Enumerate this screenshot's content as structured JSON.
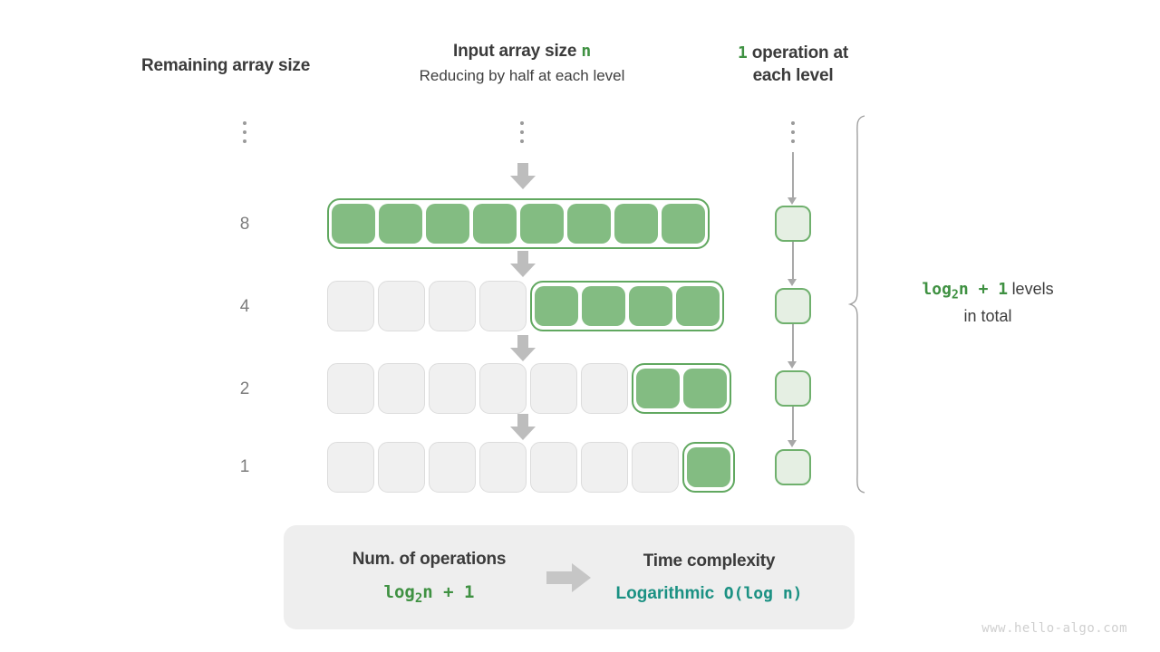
{
  "headers": {
    "remaining_label": "Remaining array size",
    "input_title_prefix": "Input array size",
    "input_title_var": "n",
    "input_subtitle": "Reducing by half at each level",
    "ops_count": "1",
    "ops_line1": "operation at",
    "ops_line2": "each level"
  },
  "colors": {
    "active_fill": "#83bc82",
    "active_border": "#61a860",
    "inactive_fill": "#f0f0f0",
    "inactive_border": "#dcdcdc",
    "op_fill": "#e5efe3",
    "op_border": "#6fb06d",
    "green_text": "#3f9142",
    "teal_text": "#1b9183",
    "arrow_gray": "#bdbdbd",
    "summary_bg": "#eeeeee",
    "label_gray": "#7d7d7d",
    "heading_dark": "#3b3b3b"
  },
  "ellipsis": {
    "dot_count": 3,
    "label": "continues-above"
  },
  "rows": [
    {
      "size_label": "8",
      "total_cells": 8,
      "inactive_cells": 0,
      "active_cells": 8
    },
    {
      "size_label": "4",
      "total_cells": 8,
      "inactive_cells": 4,
      "active_cells": 4
    },
    {
      "size_label": "2",
      "total_cells": 8,
      "inactive_cells": 6,
      "active_cells": 2
    },
    {
      "size_label": "1",
      "total_cells": 8,
      "inactive_cells": 7,
      "active_cells": 1
    }
  ],
  "operations": {
    "box_count": 4,
    "box_label": "operation-box"
  },
  "right_note": {
    "formula_pre": "log",
    "formula_sub": "2",
    "formula_post": "n + 1",
    "levels_text": "levels",
    "in_total_text": "in total"
  },
  "summary": {
    "left_title": "Num. of operations",
    "left_value_pre": "log",
    "left_value_sub": "2",
    "left_value_post": "n + 1",
    "arrow": "right-arrow",
    "right_title": "Time complexity",
    "right_value_word": "Logarithmic",
    "right_value_bigO": "O(log n)"
  },
  "watermark": "www.hello-algo.com",
  "chart_data": {
    "type": "diagram",
    "title": "Logarithmic time complexity - array halving",
    "levels": [
      {
        "level": 1,
        "remaining_array_size": 8,
        "operations_at_level": 1
      },
      {
        "level": 2,
        "remaining_array_size": 4,
        "operations_at_level": 1
      },
      {
        "level": 3,
        "remaining_array_size": 2,
        "operations_at_level": 1
      },
      {
        "level": 4,
        "remaining_array_size": 1,
        "operations_at_level": 1
      }
    ],
    "total_levels_formula": "log2 n + 1",
    "total_operations_formula": "log2 n + 1",
    "time_complexity": "O(log n)"
  }
}
